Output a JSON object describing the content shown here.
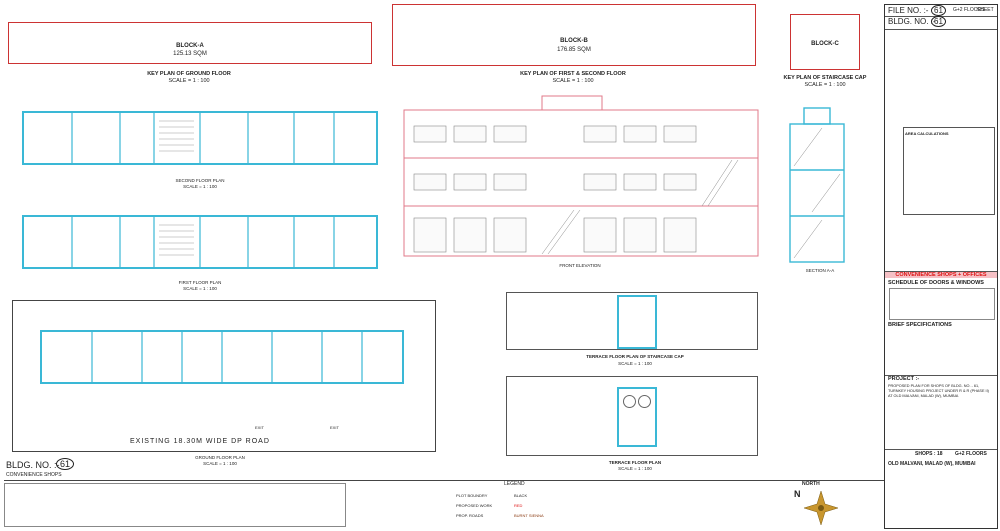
{
  "key_plans": {
    "ground": {
      "block": "BLOCK-A",
      "area": "125.13 SQM",
      "title": "KEY PLAN OF GROUND FLOOR",
      "scale": "SCALE = 1 : 100"
    },
    "first_second": {
      "block": "BLOCK-B",
      "area": "176.85 SQM",
      "title": "KEY PLAN OF FIRST & SECOND FLOOR",
      "scale": "SCALE = 1 : 100"
    },
    "staircase": {
      "block": "BLOCK-C",
      "title": "KEY PLAN OF STAIRCASE CAP",
      "scale": "SCALE = 1 : 100"
    }
  },
  "plans": {
    "second_floor": {
      "title": "SECOND FLOOR PLAN",
      "scale": "SCALE = 1 : 100"
    },
    "first_floor": {
      "title": "FIRST FLOOR PLAN",
      "scale": "SCALE = 1 : 100"
    },
    "ground_floor": {
      "title": "GROUND FLOOR PLAN",
      "scale": "SCALE = 1 : 100"
    },
    "terrace_cap": {
      "title": "TERRACE FLOOR PLAN OF STAIRCASE CAP",
      "scale": "SCALE = 1 : 100"
    },
    "terrace": {
      "title": "TERRACE FLOOR PLAN",
      "scale": "SCALE = 1 : 100"
    },
    "elevation": {
      "title": "FRONT ELEVATION"
    },
    "section": {
      "title": "SECTION A-A"
    }
  },
  "road": "EXISTING 18.30M WIDE DP ROAD",
  "exit": "EXIT",
  "bldg_label": {
    "prefix": "BLDG. NO. :-",
    "number": "61",
    "sub": "CONVENIENCE SHOPS"
  },
  "title_block": {
    "file_label": "FILE NO. :-",
    "file_no": "61",
    "floors": "G+2 FLOORS",
    "sheet": "SHEET",
    "bldg_label": "BLDG. NO. :-",
    "bldg_no": "61",
    "convenience_banner": "CONVENIENCE SHOPS + OFFICES",
    "schedule_title": "SCHEDULE OF DOORS & WINDOWS",
    "brief_title": "BRIEF SPECIFICATIONS",
    "project_title": "PROJECT :-",
    "project_text": "PROPOSED PLAN FOR SHOPS OF BLDG. NO. - 61, TURNKEY HOUSING PROJECT UNDER R & R (PHASE II) AT OLD MALVANI, MALAD (W), MUMBAI.",
    "shops": "SHOPS : 18",
    "floors2": "G+2 FLOORS",
    "location": "OLD MALVANI, MALAD (W), MUMBAI",
    "north": "NORTH",
    "n": "N",
    "legend_title": "LEGEND",
    "legend": [
      {
        "label": "PLOT BOUNDRY",
        "value": "BLACK"
      },
      {
        "label": "PROPOSED WORK",
        "value": "RED"
      },
      {
        "label": "PROP. ROADS",
        "value": "BURNT SIENNA"
      }
    ],
    "area_title": "AREA CALCULATIONS"
  }
}
